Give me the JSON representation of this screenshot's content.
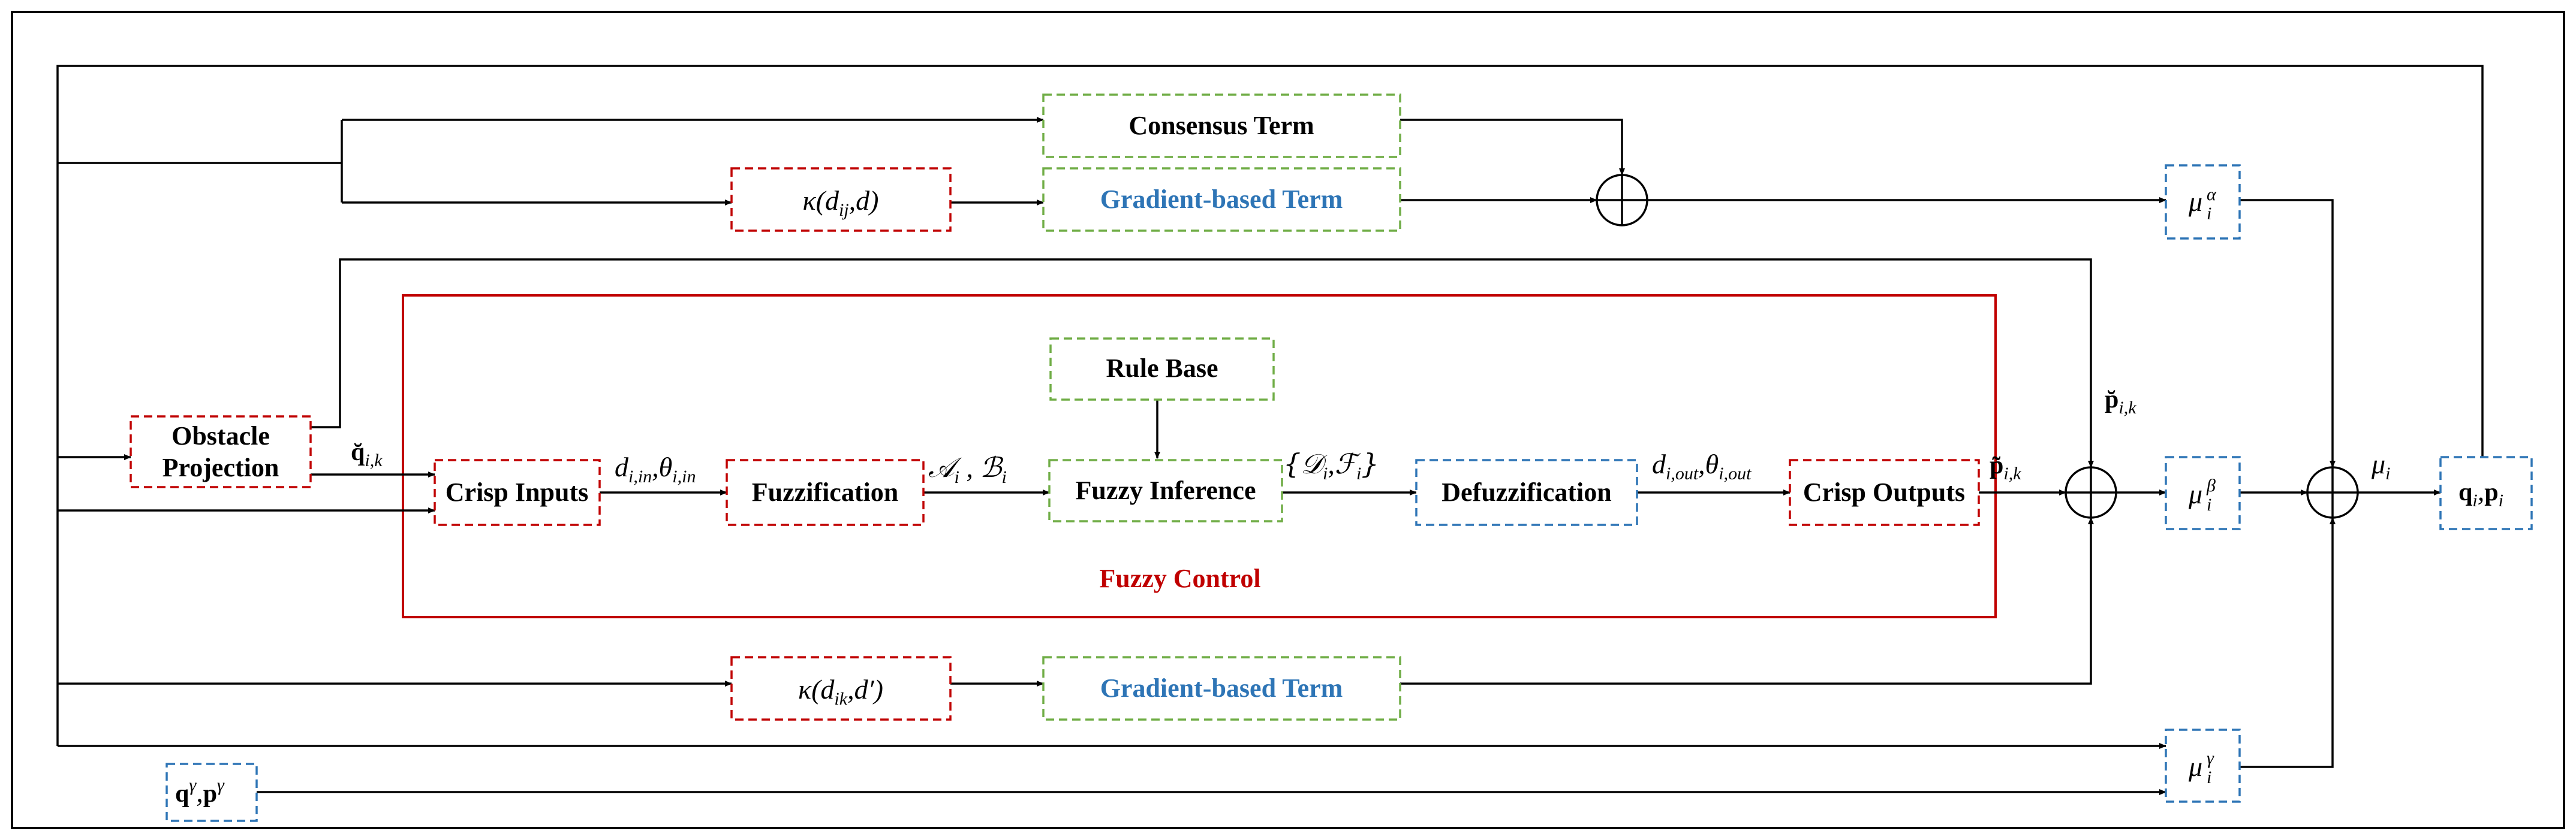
{
  "blocks": {
    "consensus": "Consensus Term",
    "gradient_top": "Gradient-based Term",
    "gradient_bottom": "Gradient-based Term",
    "rule_base": "Rule Base",
    "crisp_inputs": "Crisp Inputs",
    "fuzzification": "Fuzzification",
    "fuzzy_inference": "Fuzzy Inference",
    "defuzzification": "Defuzzification",
    "crisp_outputs": "Crisp Outputs",
    "obstacle_line1": "Obstacle",
    "obstacle_line2": "Projection",
    "fuzzy_control": "Fuzzy Control"
  },
  "math": {
    "kappa": "κ(",
    "d": "d",
    "ij": "ij",
    "ik": "ik",
    "comma_d": ",d",
    "comma_d_prime": ",d′",
    "close": ")",
    "mu": "μ",
    "alpha": "α",
    "beta": "β",
    "gamma": "γ",
    "i": "i",
    "q_gamma": "q",
    "p_gamma": "p",
    "gamma_sup": "γ",
    "comma": " , ",
    "q_tilde_ik": "q̆",
    "p_breve_ik": "p̆",
    "p_tilde_ik": "p̃",
    "ik_sub": "i,k",
    "d_in": "d",
    "in_sub": "i,in",
    "theta": "θ",
    "out_sub": "i,out",
    "A_i": "𝒜",
    "B_i": "ℬ",
    "D_i": "{𝒟",
    "F_i": "ℱ",
    "close_brace": "}",
    "q_i": "q",
    "p_i": "p"
  }
}
